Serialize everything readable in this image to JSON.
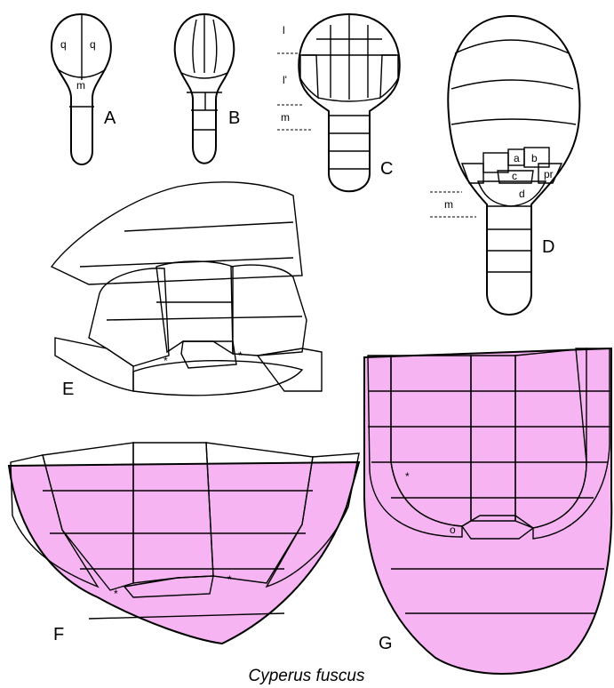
{
  "title": "Cyperus fuscus",
  "panels": {
    "A": {
      "letter": "A",
      "labels": {
        "q_left": "q",
        "q_right": "q",
        "m": "m"
      }
    },
    "B": {
      "letter": "B"
    },
    "C": {
      "letter": "C",
      "labels": {
        "l": "l",
        "l_prime": "l'",
        "m": "m"
      }
    },
    "D": {
      "letter": "D",
      "labels": {
        "a": "a",
        "b": "b",
        "c": "c",
        "pr": "pr",
        "d": "d",
        "m": "m"
      }
    },
    "E": {
      "letter": "E",
      "labels": {
        "star_left": "*",
        "star_right": "*"
      }
    },
    "F": {
      "letter": "F",
      "labels": {
        "star_left": "*",
        "star_right": "*"
      }
    },
    "G": {
      "letter": "G",
      "labels": {
        "star": "*",
        "circle": "o"
      }
    }
  },
  "colors": {
    "yellow": "#fff000",
    "green": "#2fe12f",
    "blue": "#41b4f0",
    "red": "#f02a0e",
    "pink": "#f7b4f3",
    "white": "#ffffff",
    "outline": "#000000"
  }
}
